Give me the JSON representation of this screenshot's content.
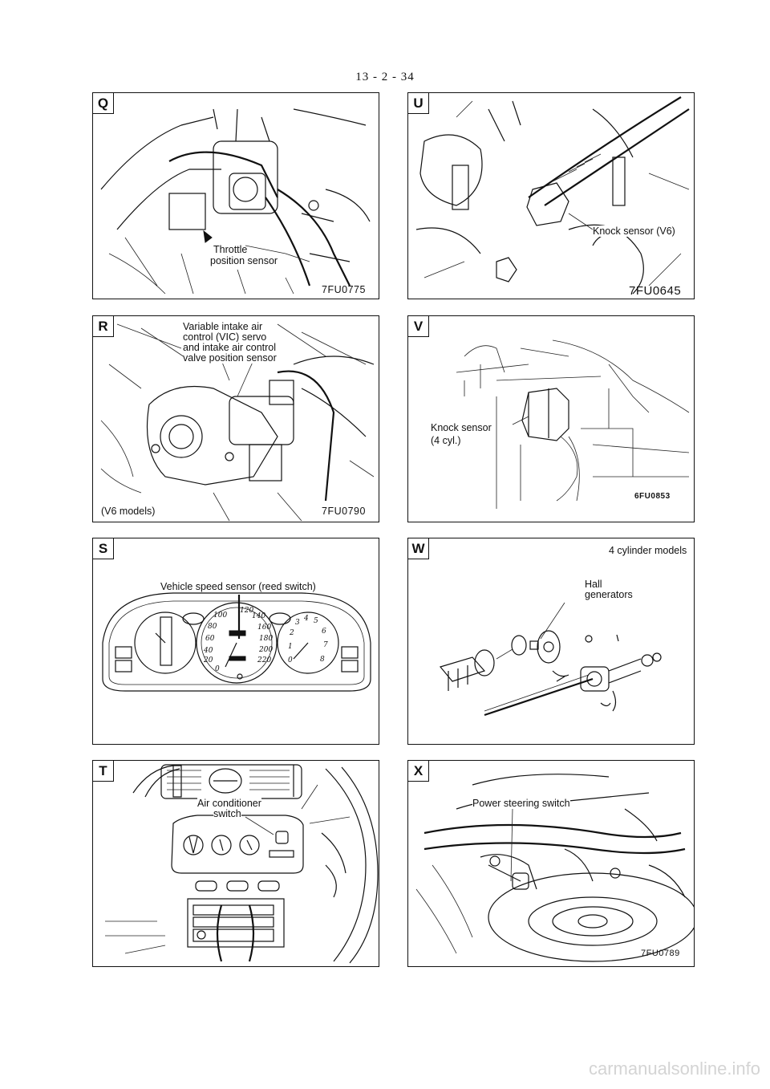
{
  "page": {
    "number": "13 - 2 - 34",
    "watermark": "carmanualsonline.info"
  },
  "panels": {
    "Q": {
      "letter": "Q",
      "label_line1": "Throttle",
      "label_line2": "position sensor",
      "code": "7FU0775"
    },
    "U": {
      "letter": "U",
      "label": "Knock sensor (V6)",
      "code": "7FU0645"
    },
    "R": {
      "letter": "R",
      "label_line1": "Variable intake air",
      "label_line2": "control (VIC) servo",
      "label_line3": "and intake air control",
      "label_line4": "valve position sensor",
      "note": "(V6 models)",
      "code": "7FU0790"
    },
    "V": {
      "letter": "V",
      "label_line1": "Knock sensor",
      "label_line2": "(4 cyl.)",
      "code": "6FU0853"
    },
    "S": {
      "letter": "S",
      "label": "Vehicle speed sensor (reed switch)"
    },
    "W": {
      "letter": "W",
      "note": "4 cylinder models",
      "label_line1": "Hall",
      "label_line2": "generators"
    },
    "T": {
      "letter": "T",
      "label_line1": "Air conditioner",
      "label_line2": "switch"
    },
    "X": {
      "letter": "X",
      "label": "Power steering switch",
      "code": "7FU0789"
    }
  }
}
